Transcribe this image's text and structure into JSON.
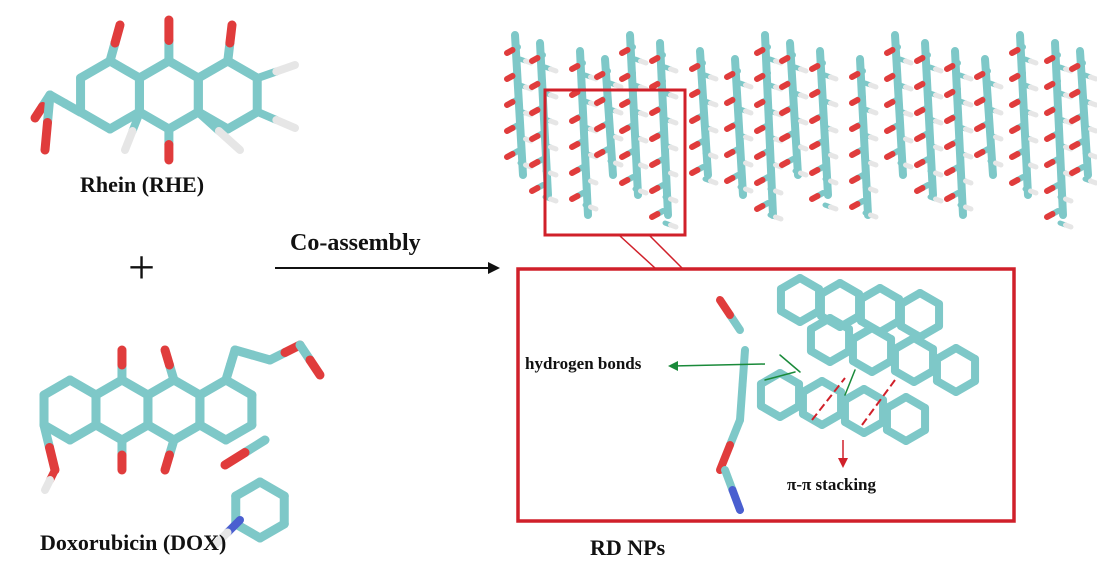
{
  "labels": {
    "rhein": "Rhein (RHE)",
    "plus": "+",
    "dox": "Doxorubicin (DOX)",
    "coassembly": "Co-assembly",
    "rdnps": "RD NPs",
    "hbonds": "hydrogen bonds",
    "stacking": "π-π stacking"
  },
  "colors": {
    "carbon": "#7ec8c8",
    "oxygen": "#e03c3c",
    "hydrogen": "#e6e6e6",
    "nitrogen": "#4a5fd0",
    "highlight_box": "#d0202a",
    "hbond_arrow": "#1a8a3a",
    "stacking_arrow": "#d0202a"
  }
}
